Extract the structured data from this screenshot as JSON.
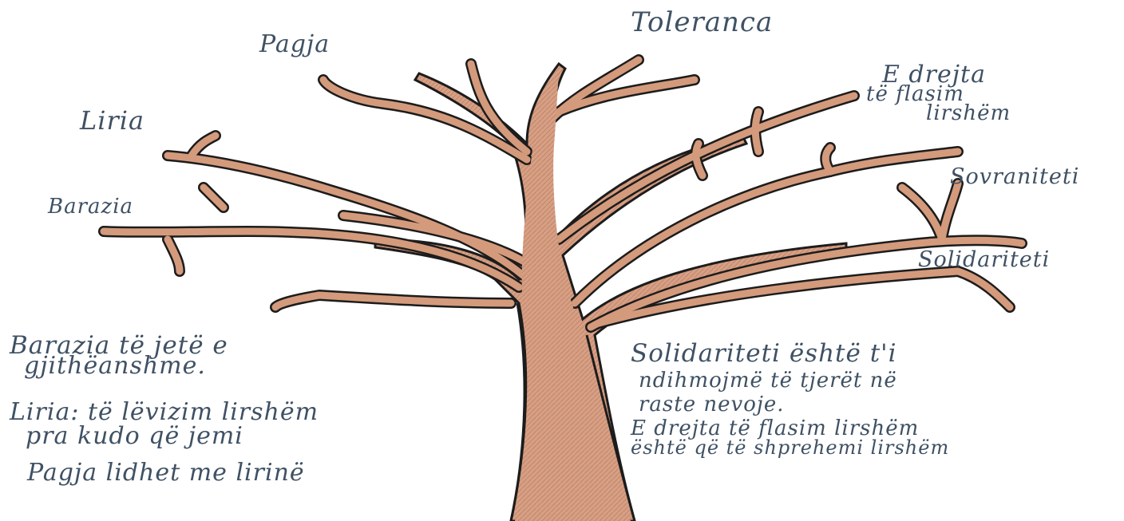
{
  "labels": {
    "toleranca": "Toleranca",
    "pagja": "Pagja",
    "liria": "Liria",
    "barazia": "Barazia",
    "sovraniteti": "Sovraniteti",
    "solidariteti": "Solidariteti",
    "edrejta_line1": "E drejta",
    "edrejta_line2": "të flasim",
    "edrejta_line3": "lirshëm"
  },
  "notes_left": {
    "line1": "Barazia të jetë e",
    "line2": "gjithëanshme.",
    "line3": "Liria: të lëvizim lirshëm",
    "line4": "pra kudo që jemi",
    "line5": "Pagja lidhet me lirinë"
  },
  "notes_right": {
    "line1": "Solidariteti është t'i",
    "line2": "ndihmojmë të tjerët në",
    "line3": "raste nevoje.",
    "line4": "E drejta të flasim lirshëm",
    "line5": "është që të shprehemi lirshëm"
  },
  "colors": {
    "bark": "#d49a7c",
    "outline": "#1c1c1c",
    "ink": "#3f5164"
  }
}
